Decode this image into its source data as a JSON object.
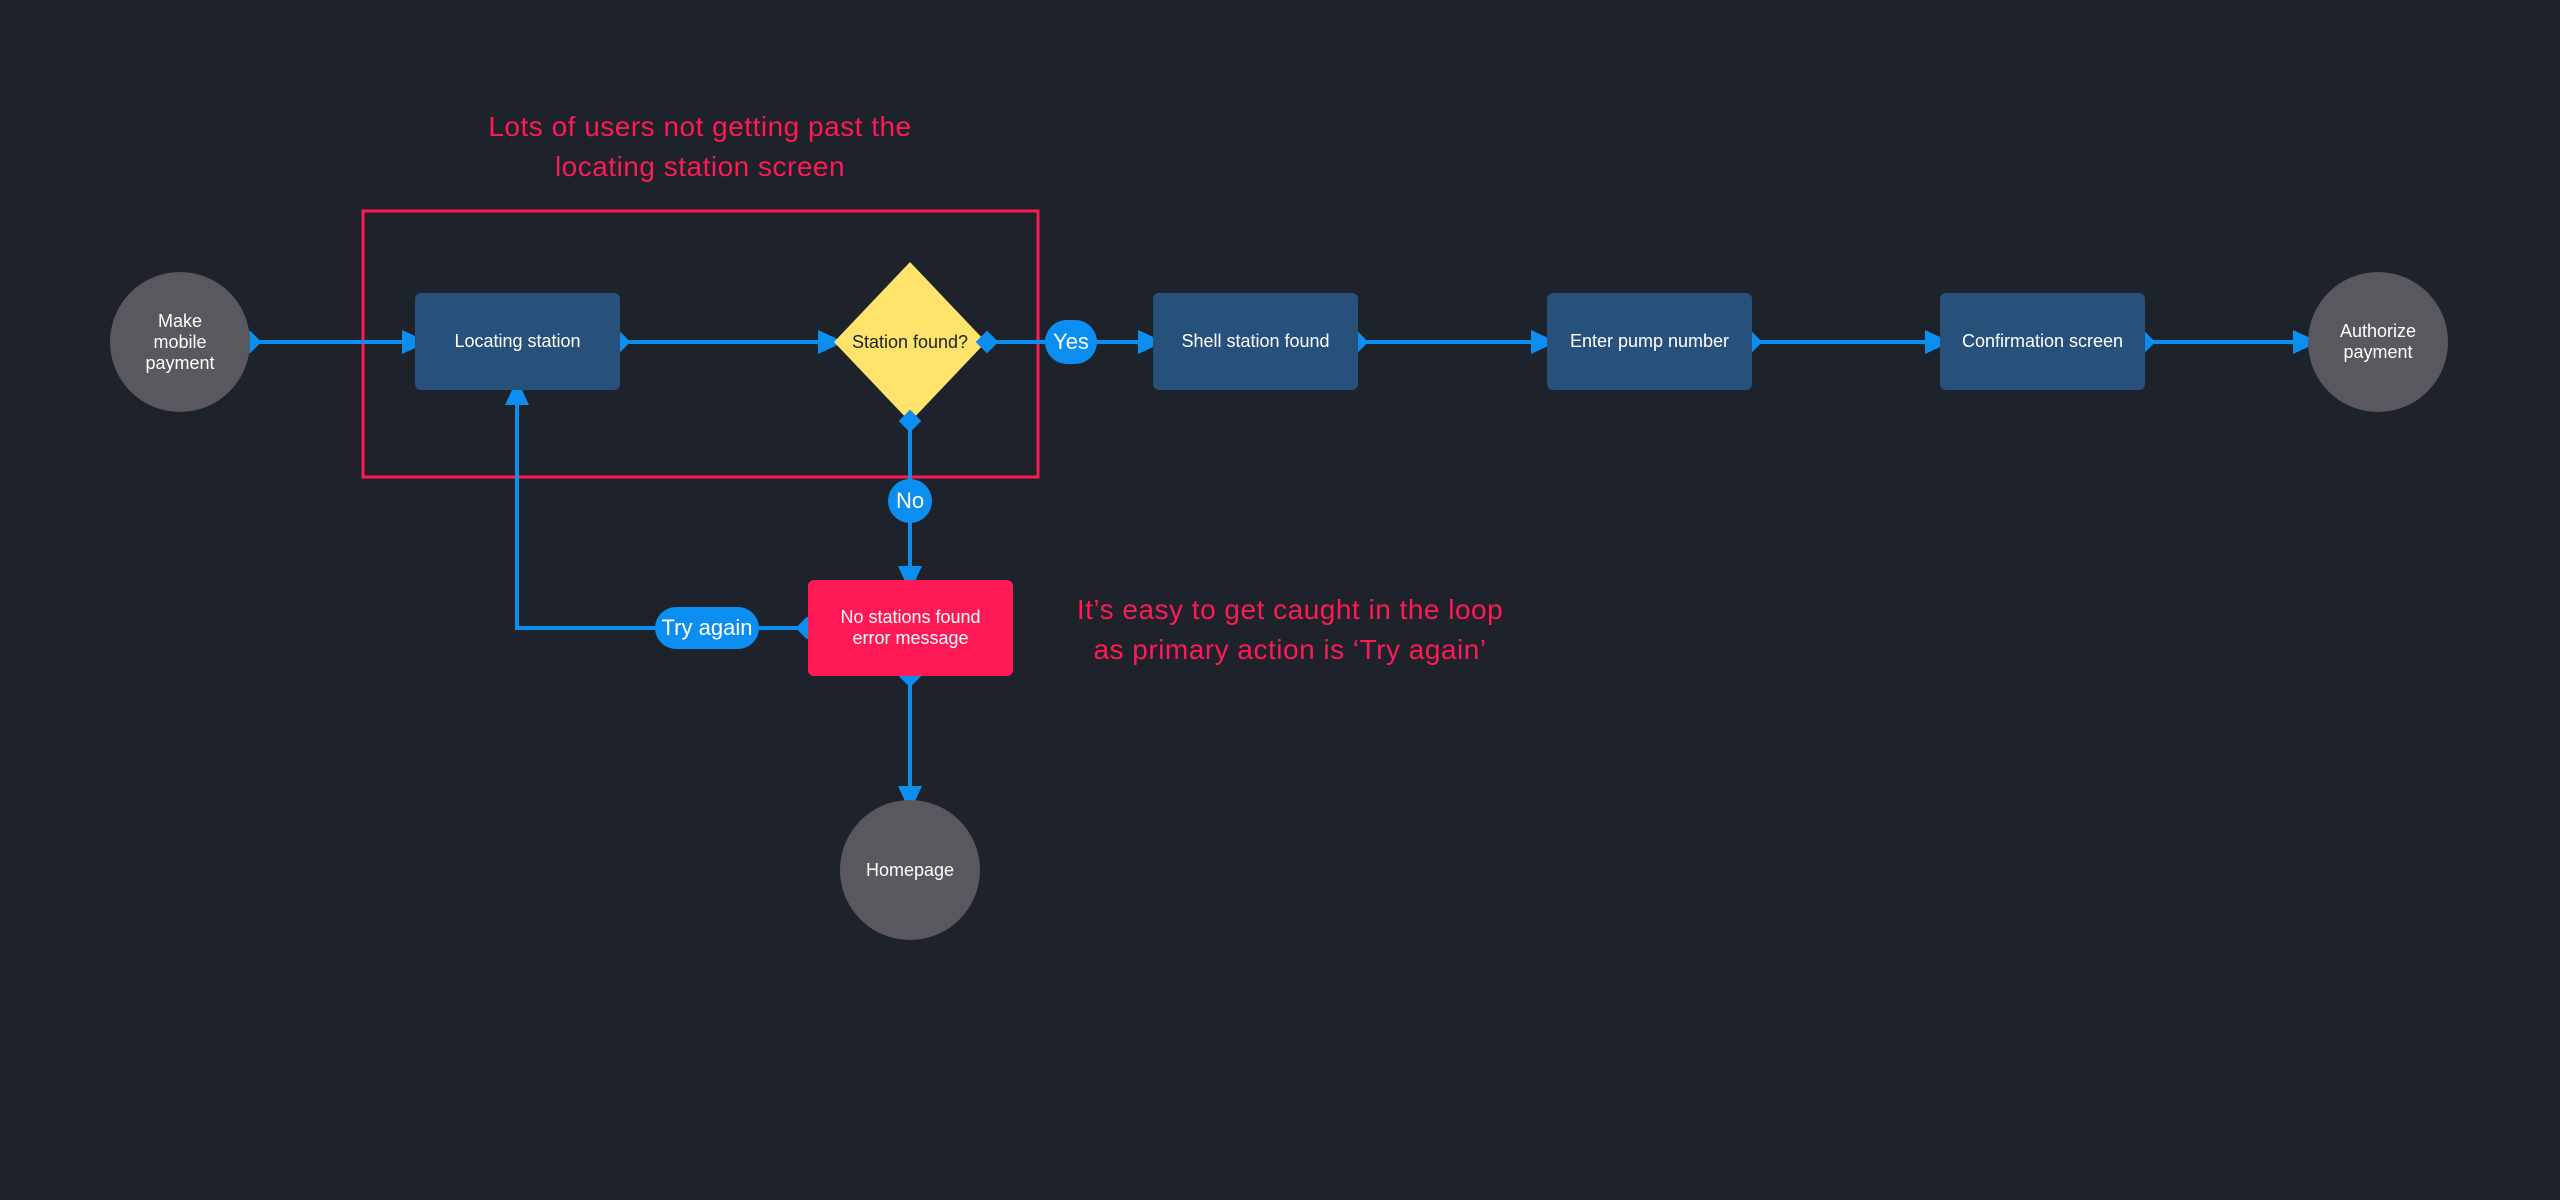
{
  "colors": {
    "background": "#1e222b",
    "connector": "#0c8ef0",
    "process_node": "#27507a",
    "terminal_node": "#58585e",
    "decision_node": "#ffe36b",
    "error_node": "#ff1a55",
    "highlight": "#ff1a55"
  },
  "annotations": {
    "top": "Lots of users not getting past the\nlocating station screen",
    "right": "It’s easy to get caught in the loop\nas primary action is ‘Try again’"
  },
  "nodes": {
    "start": "Make\nmobile\npayment",
    "locating": "Locating station",
    "decision": "Station found?",
    "shell_found": "Shell station found",
    "pump": "Enter pump number",
    "confirmation": "Confirmation screen",
    "authorize": "Authorize\npayment",
    "error": "No stations found\nerror message",
    "homepage": "Homepage"
  },
  "edge_labels": {
    "yes": "Yes",
    "no": "No",
    "try_again": "Try again"
  }
}
